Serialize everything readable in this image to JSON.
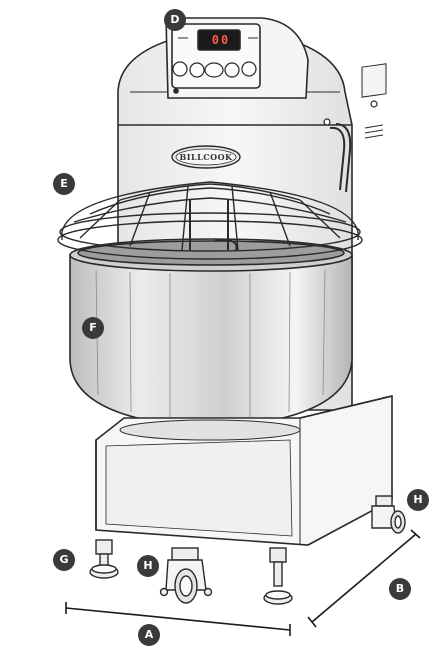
{
  "machine": {
    "brand": "BILLCOOK",
    "display_value": "00"
  },
  "callouts": {
    "A": "A",
    "B": "B",
    "D": "D",
    "E": "E",
    "F": "F",
    "G": "G",
    "H_right": "H",
    "H_front": "H"
  },
  "colors": {
    "outline": "#2a2a2a",
    "body": "#f2f2f2",
    "bowl": "#d9d9d9",
    "callout_fill": "#3a3a3a",
    "display_bg": "#1a1a1a",
    "display_digits": "#ff5a4a"
  }
}
